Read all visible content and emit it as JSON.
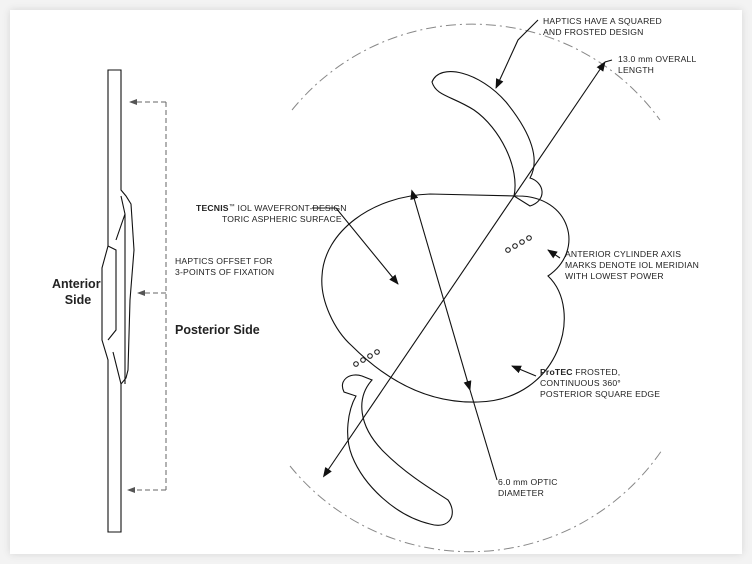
{
  "labels": {
    "haptics_squared_1": "HAPTICS HAVE A SQUARED",
    "haptics_squared_2": "AND FROSTED DESIGN",
    "overall_length_1": "13.0 mm OVERALL",
    "overall_length_2": "LENGTH",
    "tecnis_brand": "TECNIS",
    "tm": "™",
    "tecnis_1": " IOL WAVEFRONT-DESIGN",
    "tecnis_2": "TORIC ASPHERIC SURFACE",
    "anterior_axis_1": "ANTERIOR CYLINDER AXIS",
    "anterior_axis_2": "MARKS DENOTE IOL MERIDIAN",
    "anterior_axis_3": "WITH LOWEST POWER",
    "haptics_offset_1": "HAPTICS OFFSET FOR",
    "haptics_offset_2": "3-POINTS OF FIXATION",
    "anterior_side_1": "Anterior",
    "anterior_side_2": "Side",
    "posterior_side": "Posterior Side",
    "protec_brand": "ProTEC",
    "protec_1": " FROSTED,",
    "protec_2": "CONTINUOUS 360°",
    "protec_3": "POSTERIOR SQUARE EDGE",
    "optic_diameter_1": "6.0 mm OPTIC",
    "optic_diameter_2": "DIAMETER"
  },
  "colors": {
    "line": "#111111",
    "background": "#ffffff",
    "page": "#f3f3f3"
  }
}
